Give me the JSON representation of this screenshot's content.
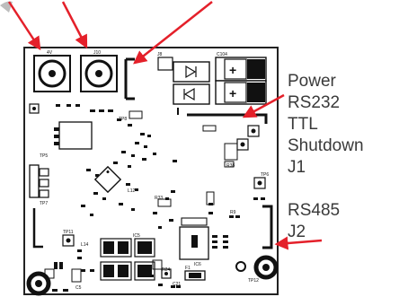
{
  "connector_labels": {
    "power": "Power",
    "rs232": "RS232",
    "ttl": "TTL",
    "shutdown": "Shutdown",
    "j1": "J1",
    "rs485": "RS485",
    "j2": "J2"
  },
  "silkscreen": {
    "coax_left": "4V",
    "coax_right": "J10",
    "header_top": "J8",
    "cap_top": "C104",
    "tp_a": "TP5",
    "tp_b": "TP6",
    "tp_c": "TP7",
    "tp_d": "TP8",
    "tp_e": "TP11",
    "tp_f": "TP12",
    "ic_a": "IC5",
    "ic_b": "IC6",
    "fuse": "F1",
    "r_a": "R33",
    "r_b": "R38",
    "r_c": "R9",
    "r_d": "R24",
    "l_a": "L12",
    "l_b": "L14",
    "c_a": "C21",
    "c_b": "C5"
  },
  "colors": {
    "arrow": "#e4202a",
    "ink": "#111111",
    "label": "#3a3a3a",
    "board_line": "#222222"
  }
}
